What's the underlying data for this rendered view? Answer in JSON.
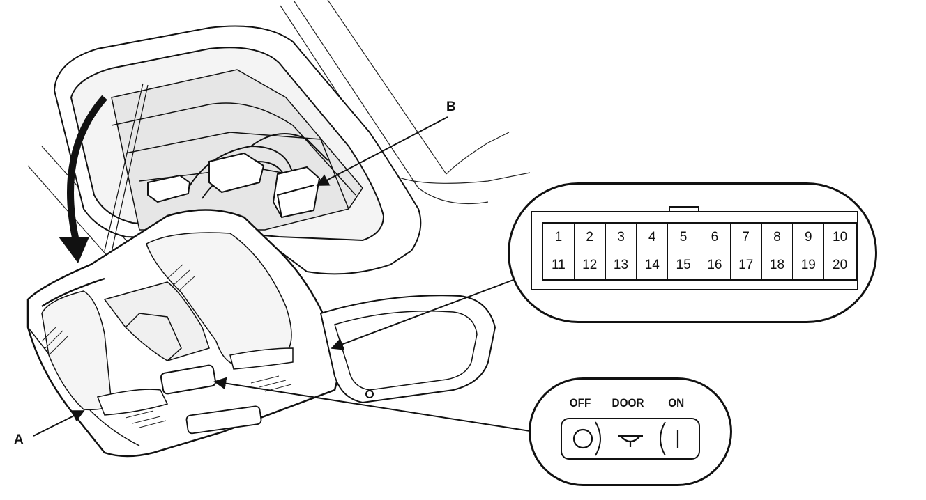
{
  "callouts": {
    "a": "A",
    "b": "B"
  },
  "connector": {
    "pins_row1": [
      "1",
      "2",
      "3",
      "4",
      "5",
      "6",
      "7",
      "8",
      "9",
      "10"
    ],
    "pins_row2": [
      "11",
      "12",
      "13",
      "14",
      "15",
      "16",
      "17",
      "18",
      "19",
      "20"
    ]
  },
  "switch": {
    "off": "OFF",
    "door": "DOOR",
    "on": "ON"
  }
}
